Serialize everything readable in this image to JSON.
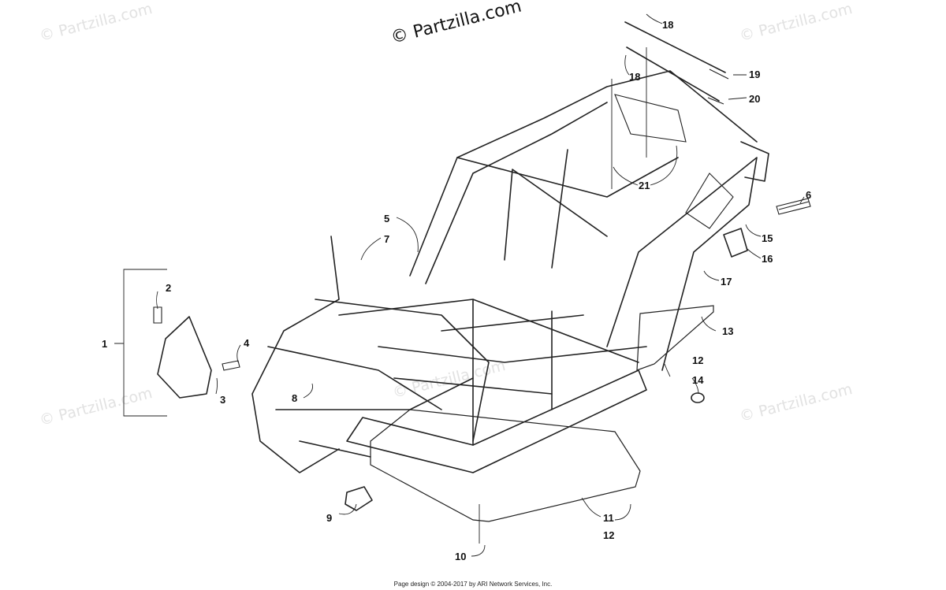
{
  "watermarks": {
    "top": "© Partzilla.com",
    "faint": "© Partzilla.com"
  },
  "callouts": {
    "c1": "1",
    "c2": "2",
    "c3": "3",
    "c4": "4",
    "c5": "5",
    "c6": "6",
    "c7": "7",
    "c8": "8",
    "c9": "9",
    "c10": "10",
    "c11": "11",
    "c12a": "12",
    "c12b": "12",
    "c13": "13",
    "c14": "14",
    "c15": "15",
    "c16": "16",
    "c17": "17",
    "c18a": "18",
    "c18b": "18",
    "c19": "19",
    "c20": "20",
    "c21": "21"
  },
  "footer": "Page design © 2004-2017 by ARI Network Services, Inc."
}
